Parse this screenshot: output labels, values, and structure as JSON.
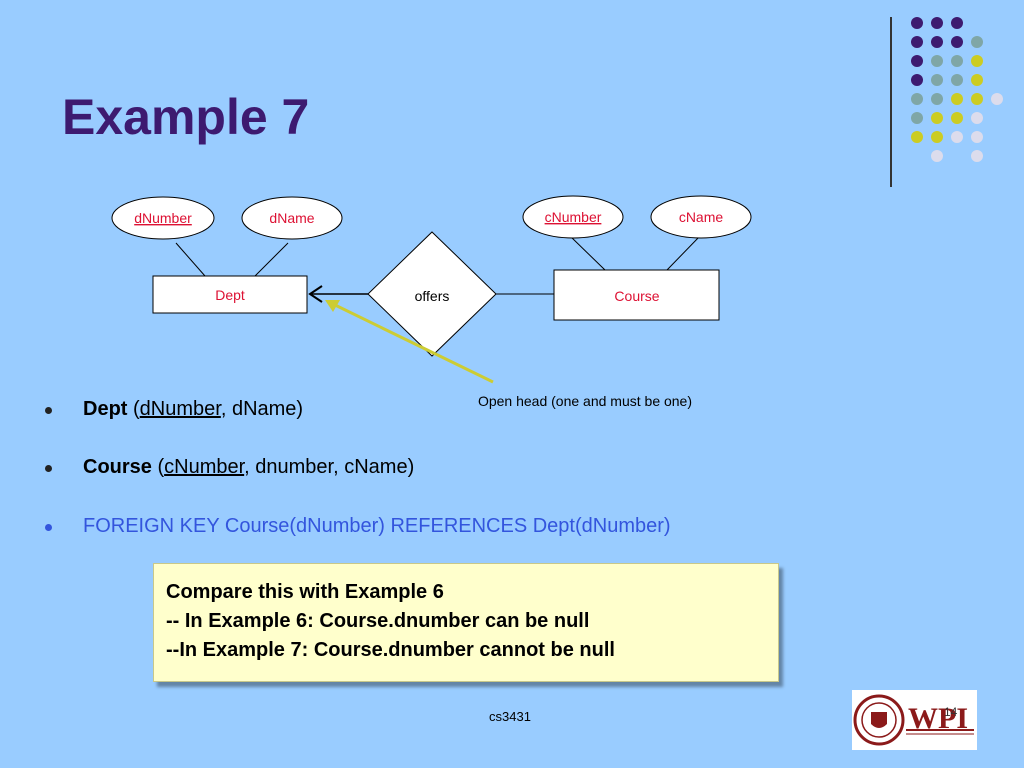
{
  "slide": {
    "title": "Example 7",
    "footer": "cs3431",
    "page_number": "14"
  },
  "diagram": {
    "entities": {
      "dept": "Dept",
      "course": "Course"
    },
    "relationship": "offers",
    "attributes": {
      "dnumber": "dNumber",
      "dname": "dName",
      "cnumber": "cNumber",
      "cname": "cName"
    },
    "annotation": "Open head (one and must be one)"
  },
  "bullets": {
    "dept": {
      "bold": "Dept",
      "open": " (",
      "key": "dNumber",
      "rest": ", dName)"
    },
    "course": {
      "bold": "Course",
      "open": " (",
      "key": "cNumber",
      "rest": ", dnumber, cName)"
    },
    "fk": "FOREIGN KEY Course(dNumber) REFERENCES Dept(dNumber)"
  },
  "note": {
    "line1": "Compare this with Example 6",
    "line2": "-- In Example 6: Course.dnumber can be null",
    "line3": "--In Example 7: Course.dnumber cannot be null"
  },
  "logo": {
    "text": "WPI"
  },
  "colors": {
    "background": "#99ccff",
    "title": "#3d1a70",
    "entity_text": "#dd1133",
    "foreign_key": "#3355dd",
    "note_bg": "#ffffcc",
    "arrow_callout": "#cccc33",
    "dot_purple": "#3d1a70",
    "dot_teal": "#7fa6a6",
    "dot_yellow": "#cccc22",
    "dot_light": "#dcdcec"
  }
}
